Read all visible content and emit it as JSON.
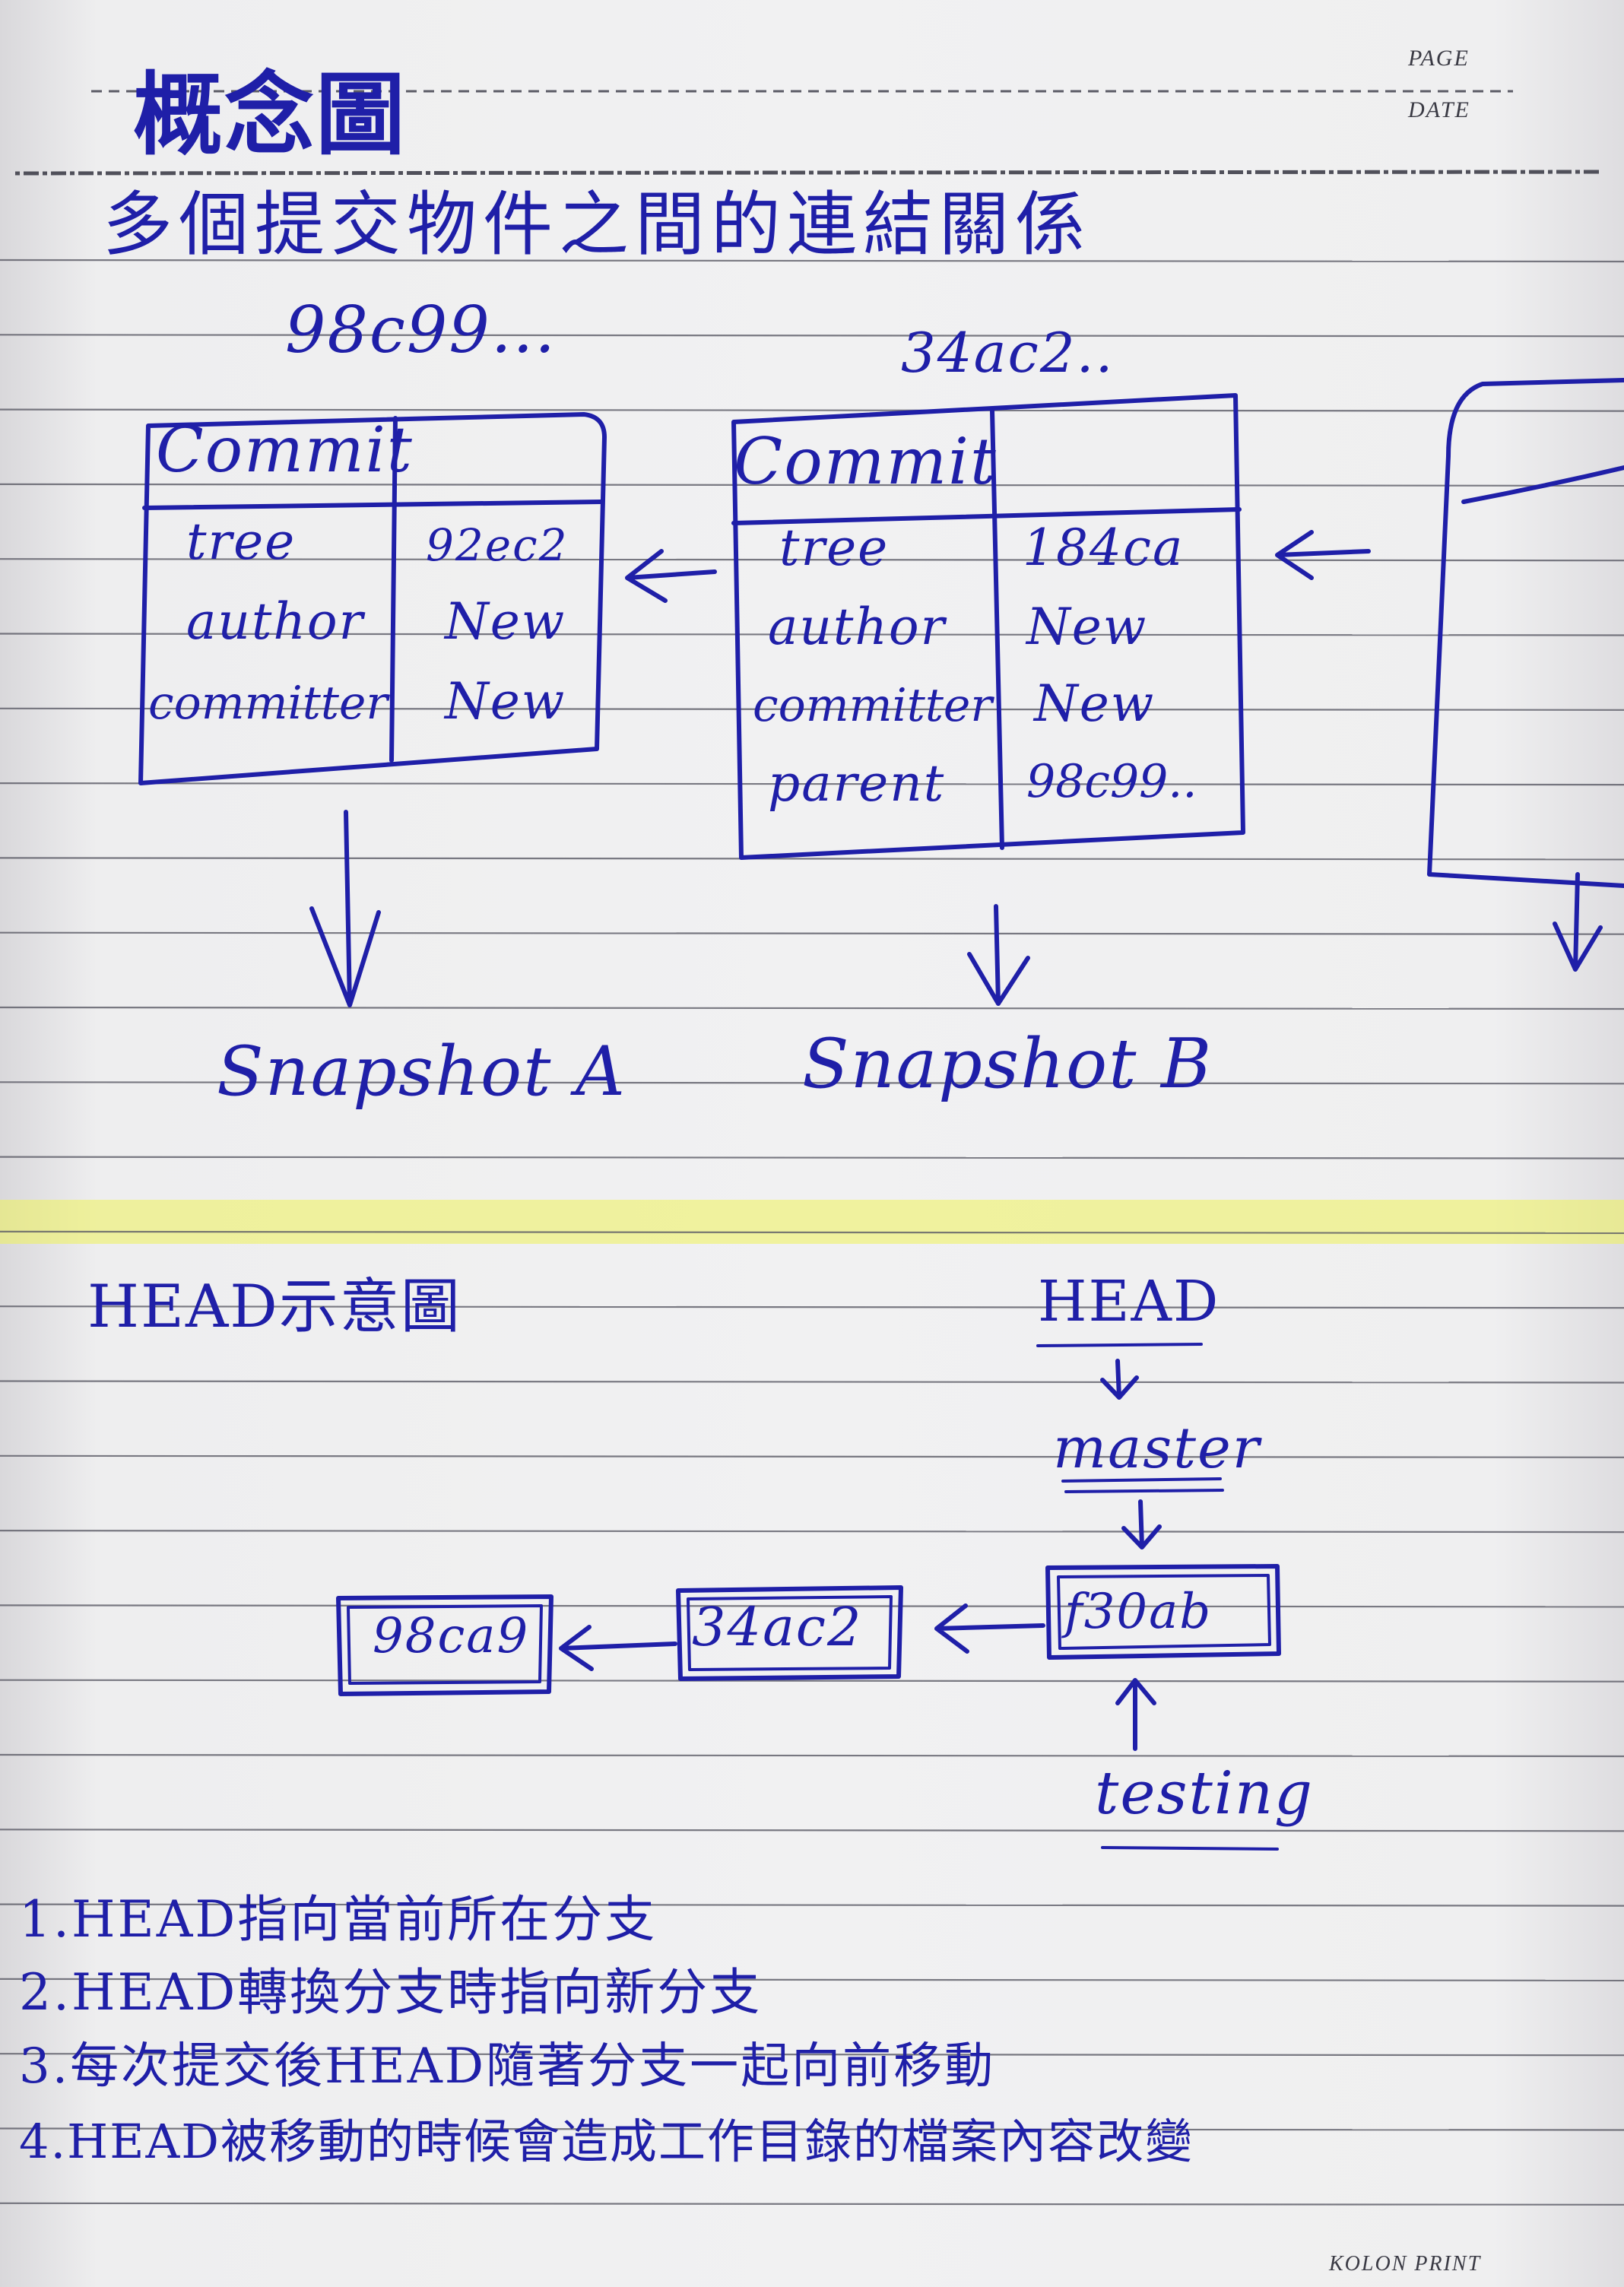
{
  "page_labels": {
    "page": "PAGE",
    "date": "DATE",
    "brand": "KOLON PRINT"
  },
  "title": "概念圖",
  "subtitle": "多個提交物件之間的連結關係",
  "commits": [
    {
      "hash": "98c99...",
      "header": "Commit",
      "rows": [
        {
          "key": "tree",
          "value": "92ec2"
        },
        {
          "key": "author",
          "value": "New"
        },
        {
          "key": "committer",
          "value": "New"
        }
      ],
      "snapshot": "Snapshot A"
    },
    {
      "hash": "34ac2..",
      "header": "Commit",
      "rows": [
        {
          "key": "tree",
          "value": "184ca"
        },
        {
          "key": "author",
          "value": "New"
        },
        {
          "key": "committer",
          "value": "New"
        },
        {
          "key": "parent",
          "value": "98c99.."
        }
      ],
      "snapshot": "Snapshot B"
    }
  ],
  "head_section": {
    "title": "HEAD示意圖",
    "head_label": "HEAD",
    "branch_master": "master",
    "branch_testing": "testing",
    "nodes": [
      "98ca9",
      "34ac2",
      "f30ab"
    ]
  },
  "notes": [
    "1.HEAD指向當前所在分支",
    "2.HEAD轉換分支時指向新分支",
    "3.每次提交後HEAD隨著分支一起向前移動",
    "4.HEAD被移動的時候會造成工作目錄的檔案內容改變"
  ],
  "colors": {
    "ink": "#1f1fa8",
    "rule": "#5b5b66",
    "highlighter": "#eef25a",
    "paper": "#f1f1f2"
  }
}
